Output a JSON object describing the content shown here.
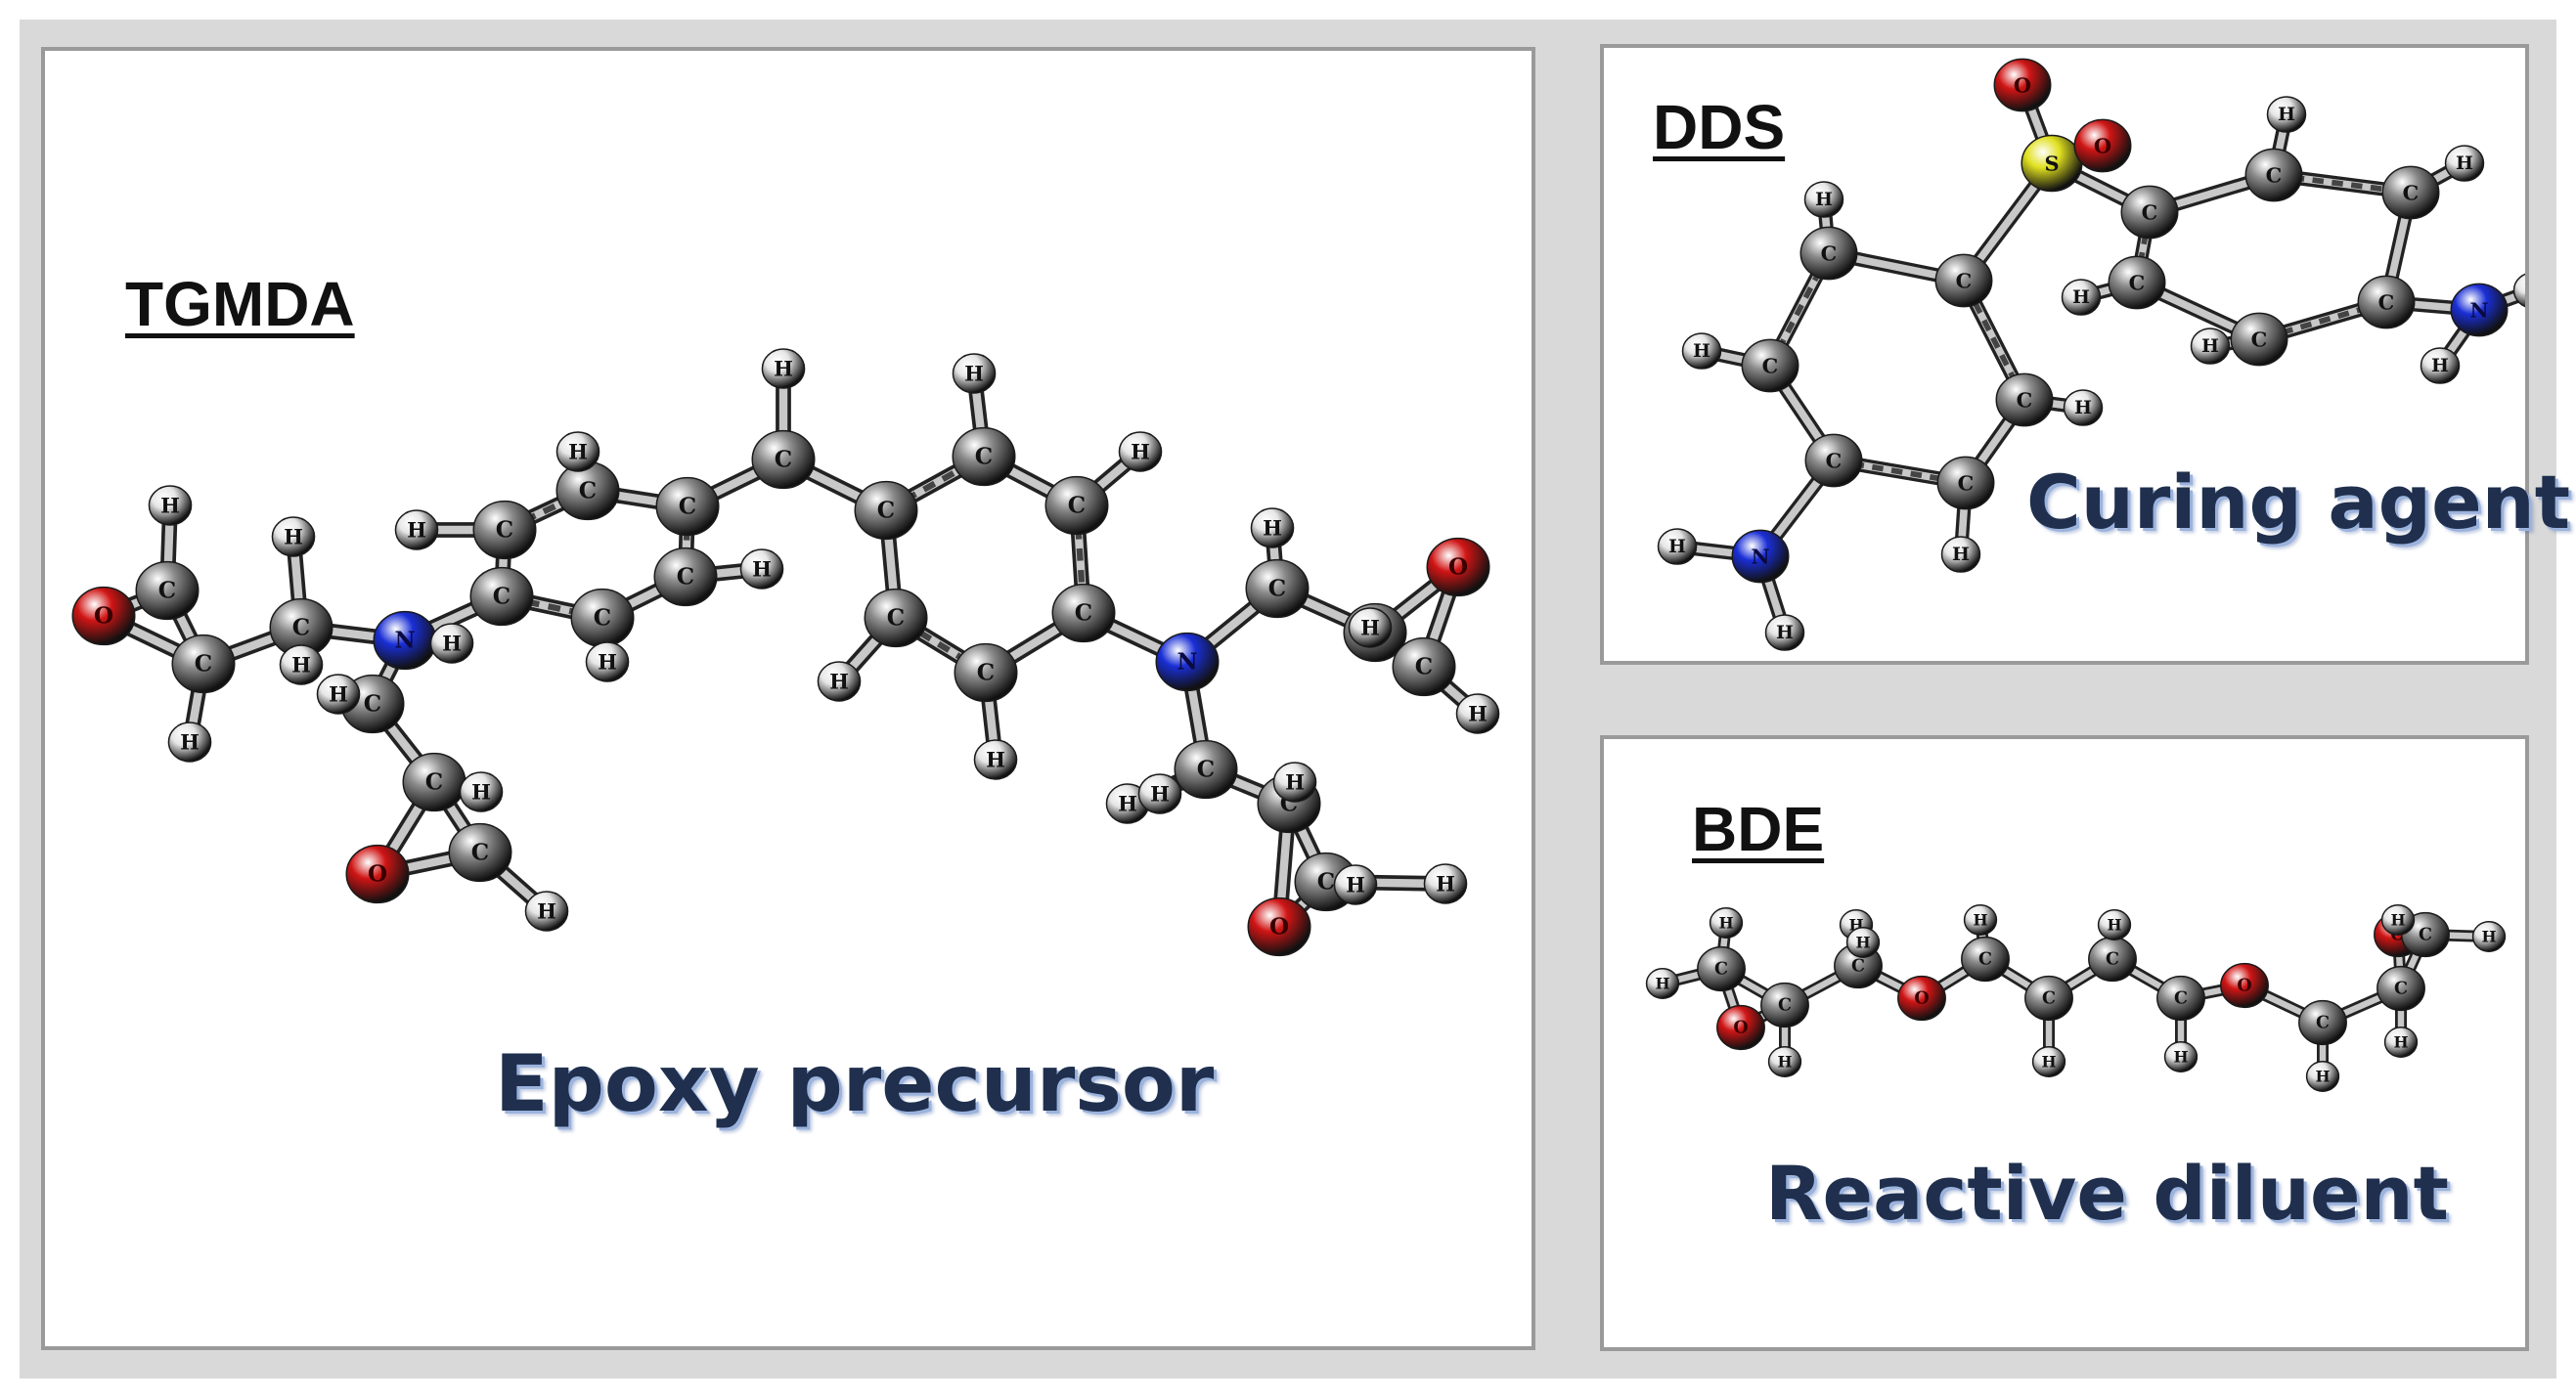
{
  "colors": {
    "background": "#d9d9d9",
    "panel_border": "#9a9a9a",
    "carbon": "#8a8a8a",
    "hydrogen": "#e6e6e6",
    "nitrogen": "#1a2fd6",
    "oxygen": "#d01515",
    "sulfur": "#e0e020",
    "role_text": "#1f2f4d"
  },
  "panels": [
    {
      "id": "tgmda",
      "title": "TGMDA",
      "role": "Epoxy precursor",
      "molecule_icon": "tgmda-ball-and-stick-model"
    },
    {
      "id": "dds",
      "title": "DDS",
      "role": "Curing agent",
      "molecule_icon": "dds-ball-and-stick-model"
    },
    {
      "id": "bde",
      "title": "BDE",
      "role": "Reactive diluent",
      "molecule_icon": "bde-ball-and-stick-model"
    }
  ],
  "atom_labels": {
    "C": "C",
    "H": "H",
    "N": "N",
    "O": "O",
    "S": "S"
  }
}
